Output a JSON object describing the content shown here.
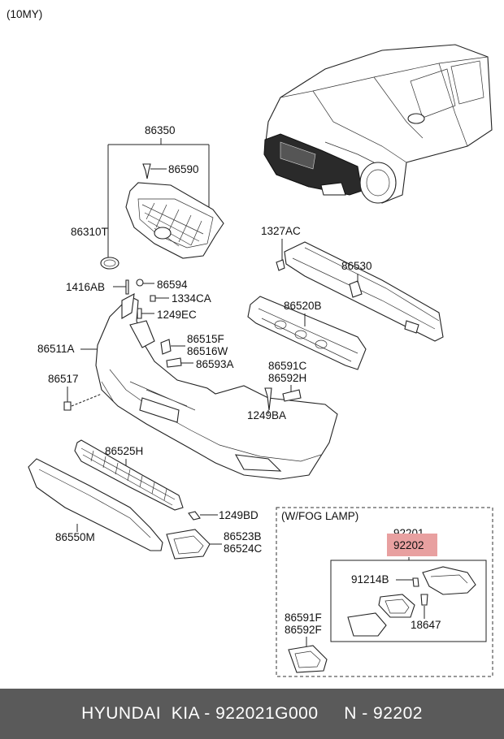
{
  "model_year": "(10MY)",
  "colors": {
    "highlight": "#e8a0a0",
    "footer_bg": "#5a5a5a",
    "footer_text": "#ffffff"
  },
  "labels": {
    "p86350": "86350",
    "p86590": "86590",
    "p86310T": "86310T",
    "p1327AC": "1327AC",
    "p86530": "86530",
    "p1416AB": "1416AB",
    "p86594": "86594",
    "p1334CA": "1334CA",
    "p1249EC": "1249EC",
    "p86520B": "86520B",
    "p86511A": "86511A",
    "p86515F": "86515F",
    "p86516W": "86516W",
    "p86593A": "86593A",
    "p86591C": "86591C",
    "p86592H": "86592H",
    "p86517": "86517",
    "p1249BA": "1249BA",
    "p86525H": "86525H",
    "p1249BD": "1249BD",
    "p86550M": "86550M",
    "p86523B": "86523B",
    "p86524C": "86524C",
    "fog_box_title": "(W/FOG LAMP)",
    "p92201": "92201",
    "p92202": "92202",
    "p91214B": "91214B",
    "p18647": "18647",
    "p86591F": "86591F",
    "p86592F": "86592F"
  },
  "footer": {
    "text": "HYUNDAI  KIA - 922021G000     N - 92202"
  }
}
